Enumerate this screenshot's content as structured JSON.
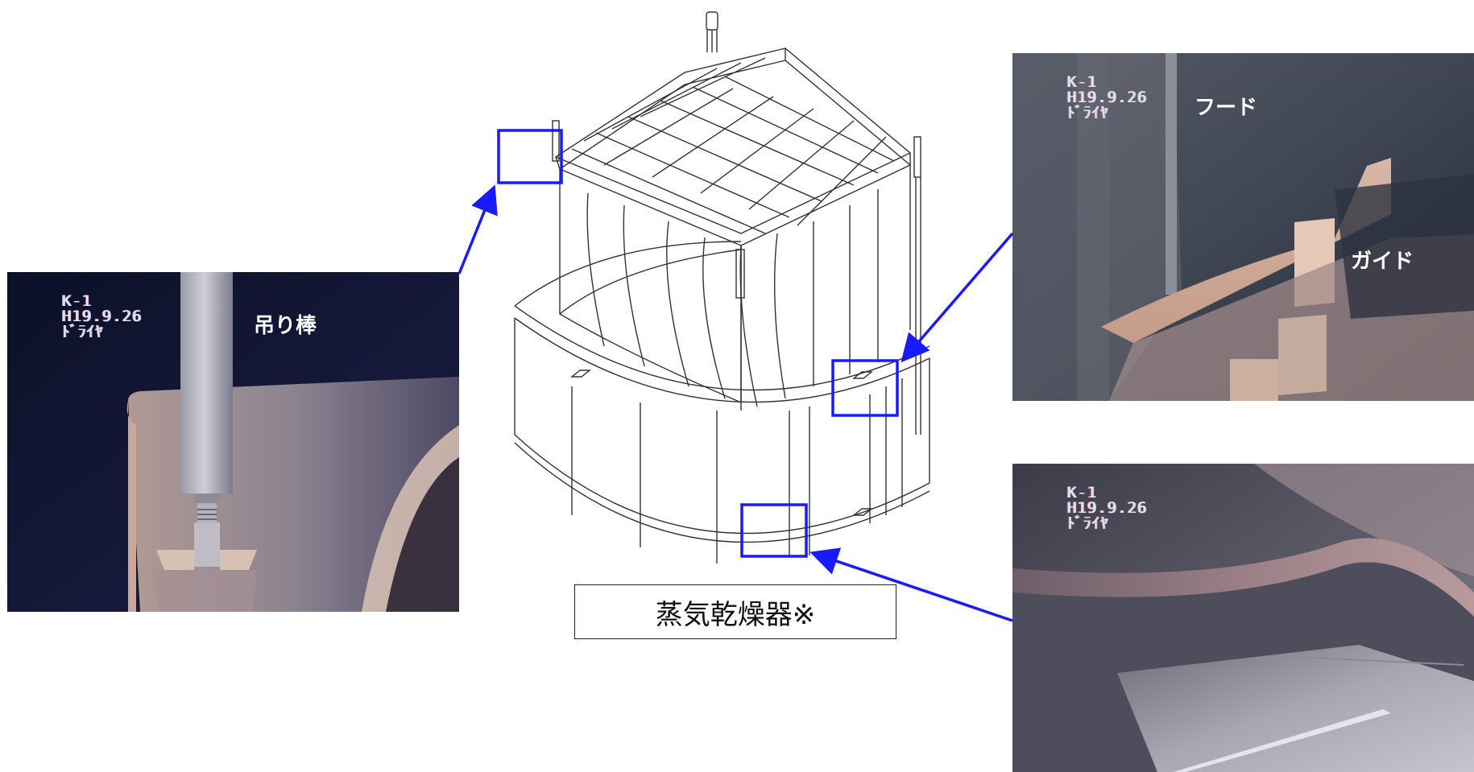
{
  "photos": {
    "lifting_rod": {
      "osd": [
        "K-1",
        "H19.9.26",
        "ﾄﾞﾗｲﾔ"
      ],
      "label": "吊り棒"
    },
    "hood_guide": {
      "osd": [
        "K-1",
        "H19.9.26",
        "ﾄﾞﾗｲﾔ"
      ],
      "labels": {
        "hood": "フード",
        "guide": "ガイド"
      }
    },
    "skirt": {
      "osd": [
        "K-1",
        "H19.9.26",
        "ﾄﾞﾗｲﾔ"
      ]
    }
  },
  "diagram": {
    "caption": "蒸気乾燥器※"
  },
  "colors": {
    "callout": "#1a1aff",
    "caption_border": "#222222"
  }
}
